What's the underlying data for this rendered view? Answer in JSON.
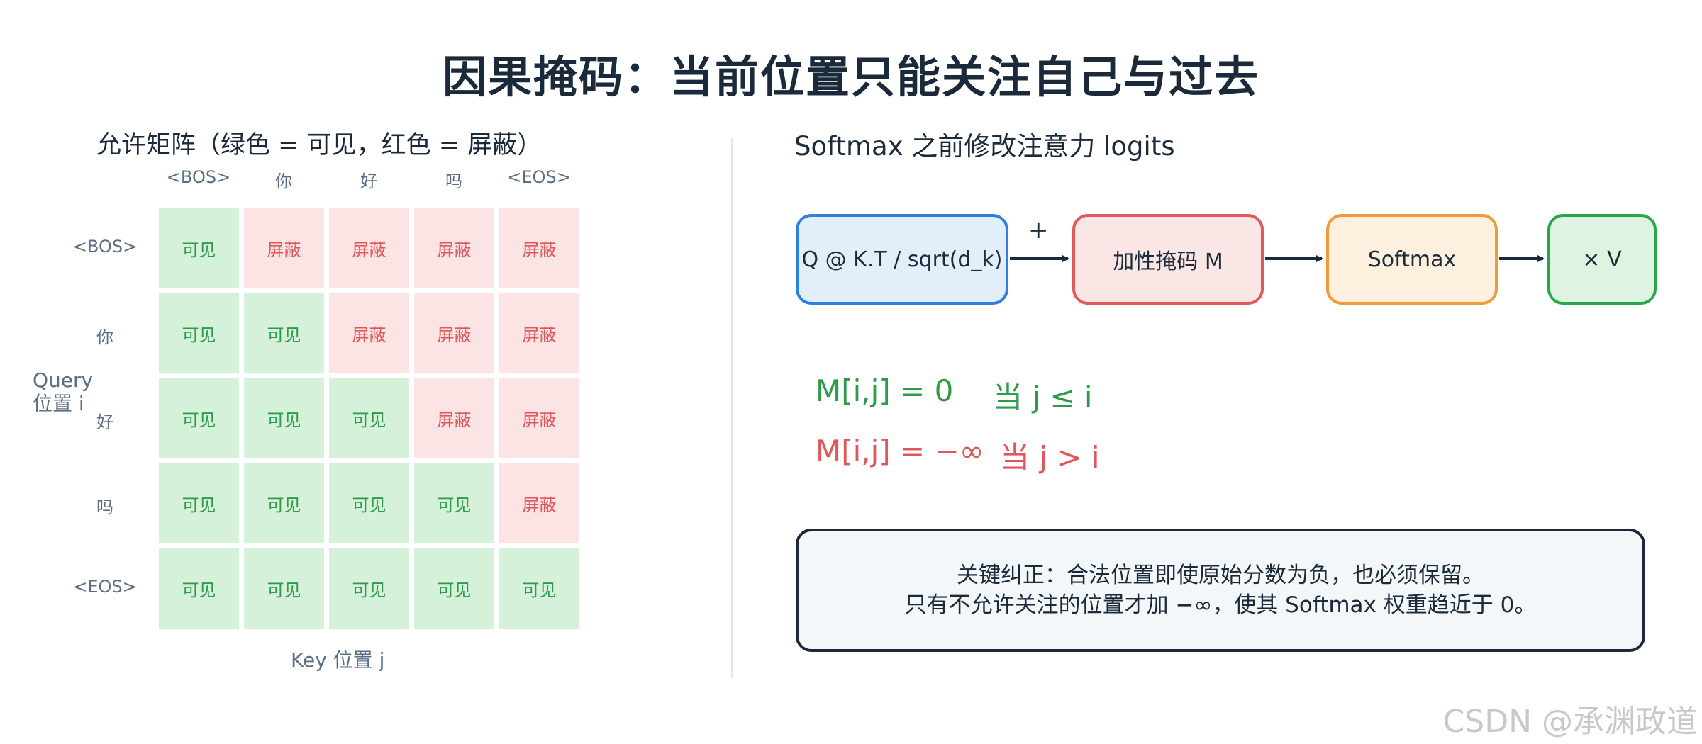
{
  "title": "因果掩码：当前位置只能关注自己与过去",
  "matrix": {
    "title": "允许矩阵（绿色 = 可见，红色 = 屏蔽）",
    "columns": [
      "<BOS>",
      "你",
      "好",
      "吗",
      "<EOS>"
    ],
    "rows": [
      "<BOS>",
      "你",
      "好",
      "吗",
      "<EOS>"
    ],
    "y_label_line1": "Query",
    "y_label_line2": "位置 i",
    "x_label": "Key 位置 j",
    "visible_label": "可见",
    "masked_label": "屏蔽",
    "cells": [
      [
        "可见",
        "屏蔽",
        "屏蔽",
        "屏蔽",
        "屏蔽"
      ],
      [
        "可见",
        "可见",
        "屏蔽",
        "屏蔽",
        "屏蔽"
      ],
      [
        "可见",
        "可见",
        "可见",
        "屏蔽",
        "屏蔽"
      ],
      [
        "可见",
        "可见",
        "可见",
        "可见",
        "屏蔽"
      ],
      [
        "可见",
        "可见",
        "可见",
        "可见",
        "可见"
      ]
    ],
    "colors": {
      "visible_bg": "#d6f1d9",
      "visible_text": "#2e9a4c",
      "masked_bg": "#fce4e4",
      "masked_text": "#e0575b"
    }
  },
  "flow": {
    "title": "Softmax 之前修改注意力 logits",
    "plus": "+",
    "boxes": [
      "Q @ K.T / sqrt(d_k)",
      "加性掩码 M",
      "Softmax",
      "× V"
    ],
    "colors": [
      "#2f7fe0",
      "#e05a5c",
      "#f29a3a",
      "#27a848"
    ]
  },
  "conditions": {
    "green_eq": "M[i,j] = 0",
    "green_when": "当 j ≤ i",
    "red_eq": "M[i,j] = −∞",
    "red_when": "当 j > i"
  },
  "note": {
    "line1": "关键纠正：合法位置即使原始分数为负，也必须保留。",
    "line2": "只有不允许关注的位置才加 −∞，使其 Softmax 权重趋近于 0。"
  },
  "watermark": "CSDN @承渊政道"
}
